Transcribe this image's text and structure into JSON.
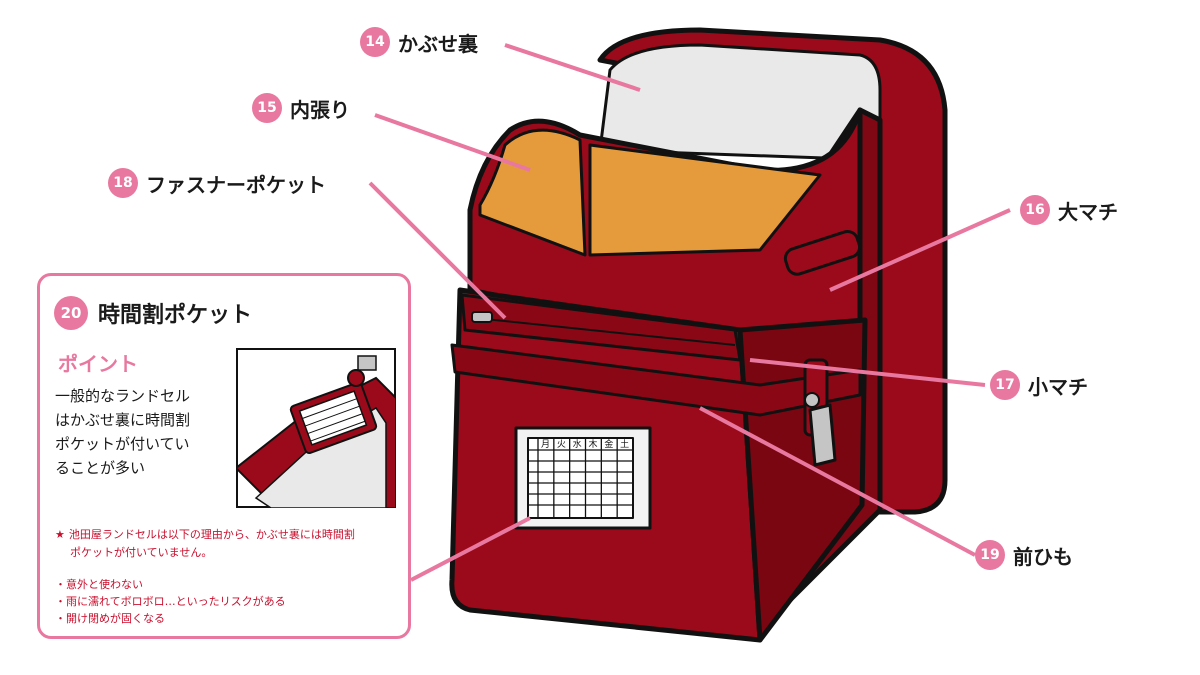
{
  "labels": [
    {
      "num": "14",
      "text": "かぶせ裏"
    },
    {
      "num": "15",
      "text": "内張り"
    },
    {
      "num": "18",
      "text": "ファスナーポケット"
    },
    {
      "num": "16",
      "text": "大マチ"
    },
    {
      "num": "17",
      "text": "小マチ"
    },
    {
      "num": "19",
      "text": "前ひも"
    }
  ],
  "callout": {
    "num": "20",
    "title": "時間割ポケット",
    "point_title": "ポイント",
    "point_lines": [
      "一般的なランドセル",
      "はかぶせ裏に時間割",
      "ポケットが付いてい",
      "ることが多い"
    ],
    "note_star": "★",
    "note_line1": "池田屋ランドセルは以下の理由から、かぶせ裏には時間割",
    "note_line2": "ポケットが付いていません。",
    "bullets": [
      "・意外と使わない",
      "・雨に濡れてボロボロ…といったリスクがある",
      "・開け閉めが固くなる"
    ]
  },
  "timetable_days": [
    "月",
    "火",
    "水",
    "木",
    "金",
    "土"
  ],
  "colors": {
    "bag": "#9b0a1a",
    "bag_dark": "#6e0510",
    "lining": "#e59a3c",
    "flap_inner": "#e9e9e9",
    "accent": "#e8789f",
    "note_red": "#c8102e"
  }
}
